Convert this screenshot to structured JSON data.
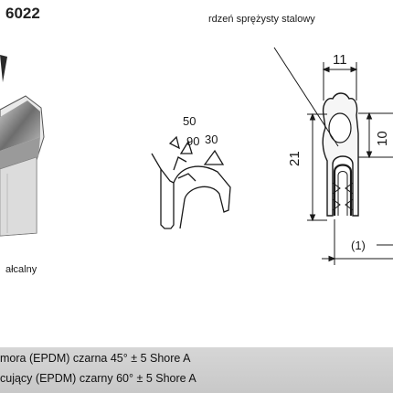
{
  "product": {
    "code": "6022"
  },
  "labels": {
    "core": "rdzeń sprężysty stalowy",
    "truncated_left": "ałcalny"
  },
  "angles": {
    "a50": "50",
    "a90": "90",
    "a30": "30"
  },
  "dimensions": {
    "width": "11",
    "height": "21",
    "bulb": "10",
    "note": "(1)"
  },
  "footer": {
    "line1": "mora (EPDM) czarna 45° ± 5 Shore A",
    "line2": "cujący (EPDM) czarny 60° ± 5 Shore A"
  },
  "colors": {
    "line": "#1a1a1a",
    "footer_bg": "#cfcfcf",
    "profile_fill": "#f3f3f3",
    "rubber_dark": "#7a7a7a"
  }
}
